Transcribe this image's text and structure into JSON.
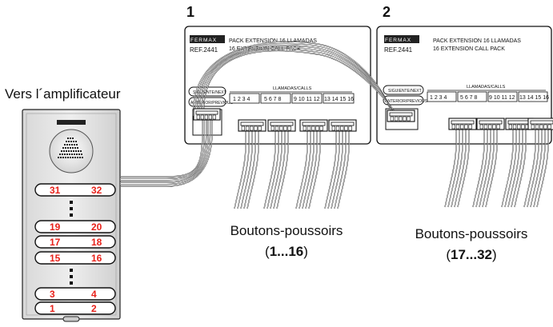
{
  "title": "Vers l´amplificateur",
  "modules": [
    {
      "number": "1",
      "brand": "FERMAX",
      "title_es": "PACK EXTENSION 16 LLAMADAS",
      "title_en": "16 EXTENSION CALL PACK",
      "ref": "REF.2441",
      "next_label": "SIGUIENTE/NEXT",
      "prev_label": "ANTERIOR/PREVIOUS",
      "calls_label": "LLAMADAS/CALLS",
      "groups": [
        "1 2 3 4",
        "5 6 7 8",
        "9 10 11 12",
        "13 14 15 16"
      ]
    },
    {
      "number": "2",
      "brand": "FERMAX",
      "title_es": "PACK EXTENSION 16 LLAMADAS",
      "title_en": "16 EXTENSION CALL PACK",
      "ref": "REF.2441",
      "next_label": "SIGUIENTE/NEXT",
      "prev_label": "ANTERIOR/PREVIOUS",
      "calls_label": "LLAMADAS/CALLS",
      "groups": [
        "1 2 3 4",
        "5 6 7 8",
        "9 10 11 12",
        "13 14 15 16"
      ]
    }
  ],
  "panel_buttons": [
    {
      "left": "31",
      "right": "32"
    },
    {
      "left": "19",
      "right": "20"
    },
    {
      "left": "17",
      "right": "18"
    },
    {
      "left": "15",
      "right": "16"
    },
    {
      "left": "3",
      "right": "4"
    },
    {
      "left": "1",
      "right": "2"
    }
  ],
  "button_groups": [
    {
      "label": "Boutons-poussoirs",
      "range": "1...16"
    },
    {
      "label": "Boutons-poussoirs",
      "range": "17...32"
    }
  ],
  "colors": {
    "button_number": "#e8221b",
    "line": "#111111"
  }
}
